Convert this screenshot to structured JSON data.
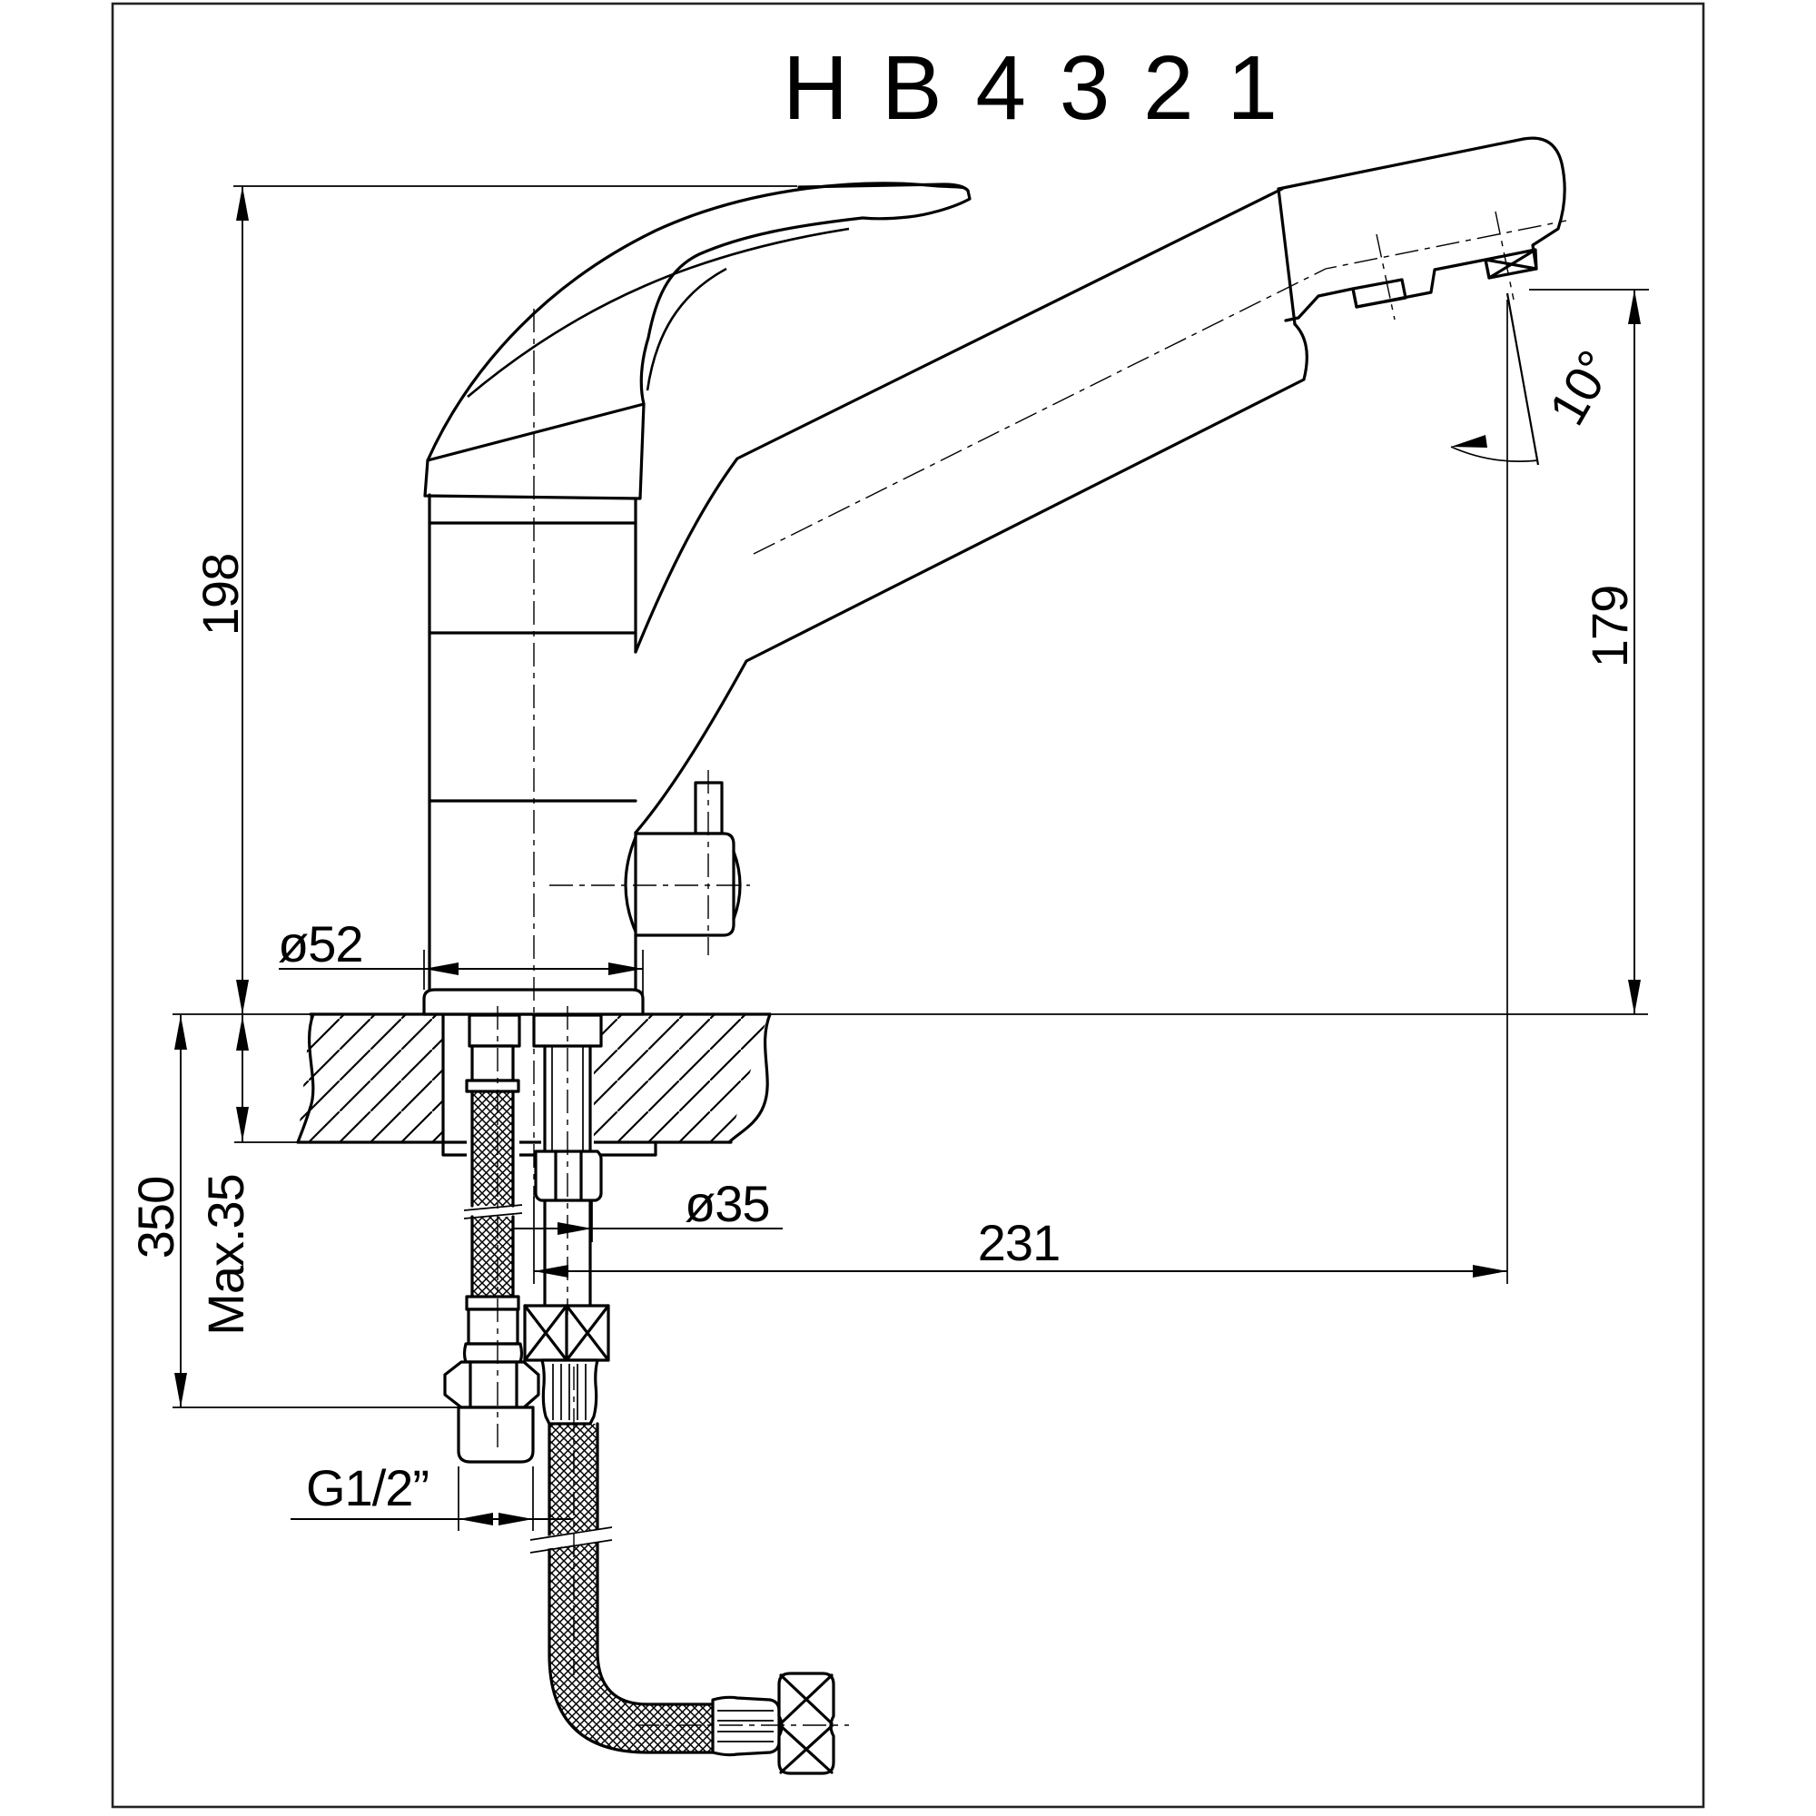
{
  "title": "H B 4 3 2 1",
  "dims": {
    "total_height": "198",
    "outlet_height": "179",
    "spout_reach": "231",
    "base_diameter": "ø52",
    "hole_diameter": "ø35",
    "deck_thickness": "Max.35",
    "hose_length": "350",
    "thread_size": "G1/2”",
    "outlet_angle": "10°"
  },
  "colors": {
    "line": "#000000",
    "background": "#ffffff"
  }
}
